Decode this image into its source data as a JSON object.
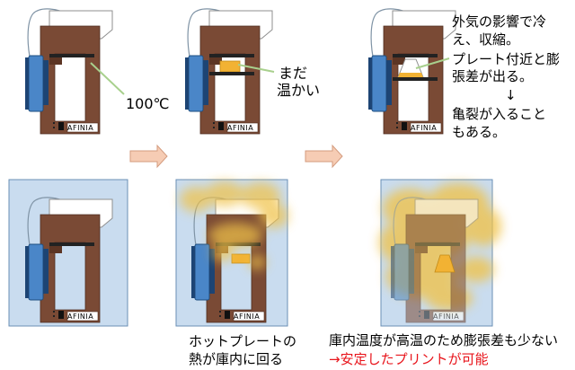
{
  "printer_brand": "AFINIA",
  "labels": {
    "temp": "100℃",
    "still_warm_1": "まだ",
    "still_warm_2": "温かい",
    "note_1": "外気の影響で冷",
    "note_2": "え、収縮。",
    "note_3": "プレート付近と膨",
    "note_4": "張差が出る。",
    "note_arrow": "↓",
    "note_5": "亀裂が入ること",
    "note_6": "もある。",
    "enclosed_heat_1": "ホットプレートの",
    "enclosed_heat_2": "熱が庫内に回る",
    "result_1": "庫内温度が高温のため膨張差も少ない",
    "result_2": "→安定したプリントが可能"
  },
  "colors": {
    "frame": "#7a4a35",
    "spool": "#4a86c8",
    "plate": "#222222",
    "print_object": "#f2b233",
    "heat_cloud": "#f0c24a",
    "enclosure": "#c9dcef",
    "enclosure_border": "#6a8fb5",
    "arrow": "#f6ccb4",
    "callout_line": "#a8d08d",
    "highlight_text": "#e8141b"
  }
}
